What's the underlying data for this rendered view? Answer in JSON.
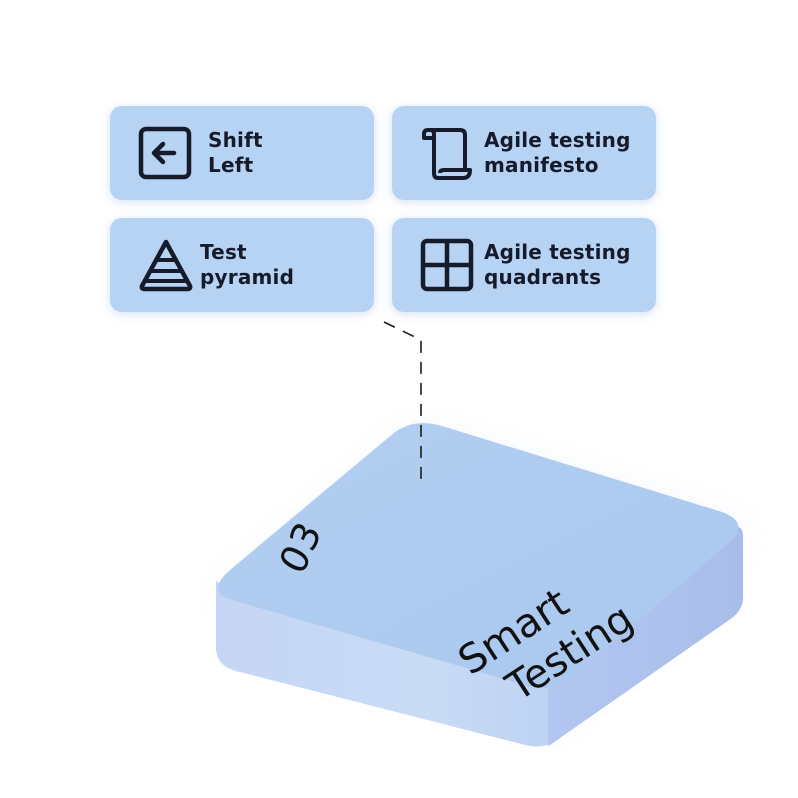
{
  "cards": [
    {
      "id": "shift-left",
      "icon": "arrow-left-box-icon",
      "lines": [
        "Shift",
        "Left"
      ]
    },
    {
      "id": "manifesto",
      "icon": "scroll-icon",
      "lines": [
        "Agile testing",
        "manifesto"
      ]
    },
    {
      "id": "pyramid",
      "icon": "pyramid-icon",
      "lines": [
        "Test",
        "pyramid"
      ]
    },
    {
      "id": "quadrants",
      "icon": "quadrants-icon",
      "lines": [
        "Agile testing",
        "quadrants"
      ]
    }
  ],
  "block": {
    "number": "03",
    "title_lines": [
      "Smart",
      "Testing"
    ]
  },
  "colors": {
    "card_bg": "#b6d3f3",
    "block_top": "#aecbef",
    "block_side": "#c4d8f5",
    "text": "#161b2c"
  }
}
